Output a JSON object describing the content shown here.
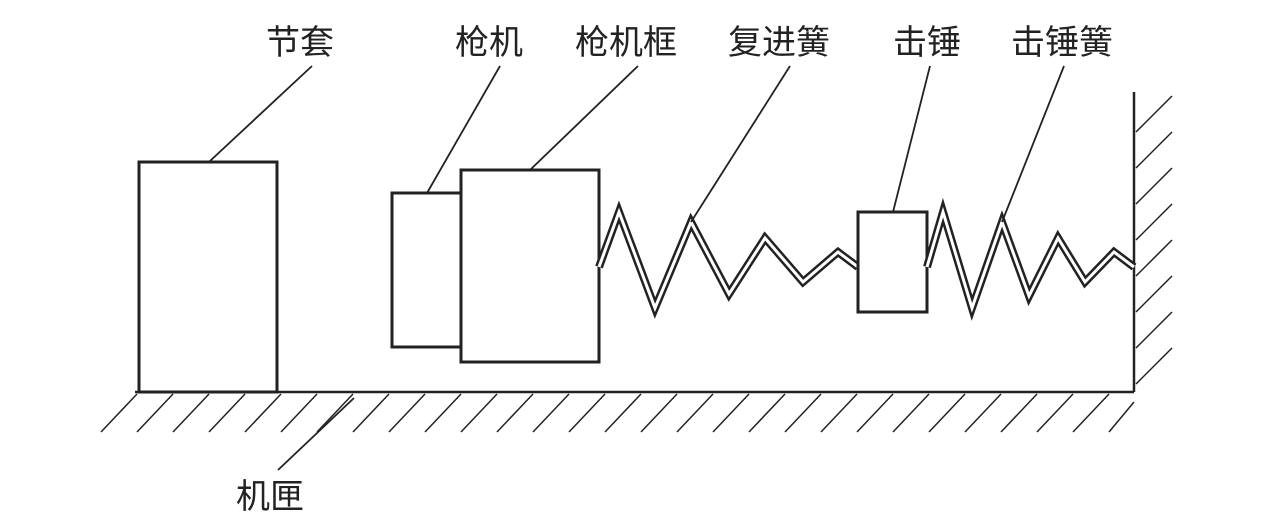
{
  "labels": {
    "bushing": "节套",
    "bolt": "枪机",
    "bolt_carrier": "枪机框",
    "recoil_spring": "复进簧",
    "hammer": "击锤",
    "hammer_spring": "击锤簧",
    "receiver": "机匣"
  },
  "colors": {
    "line": "#222222",
    "background": "#ffffff"
  }
}
